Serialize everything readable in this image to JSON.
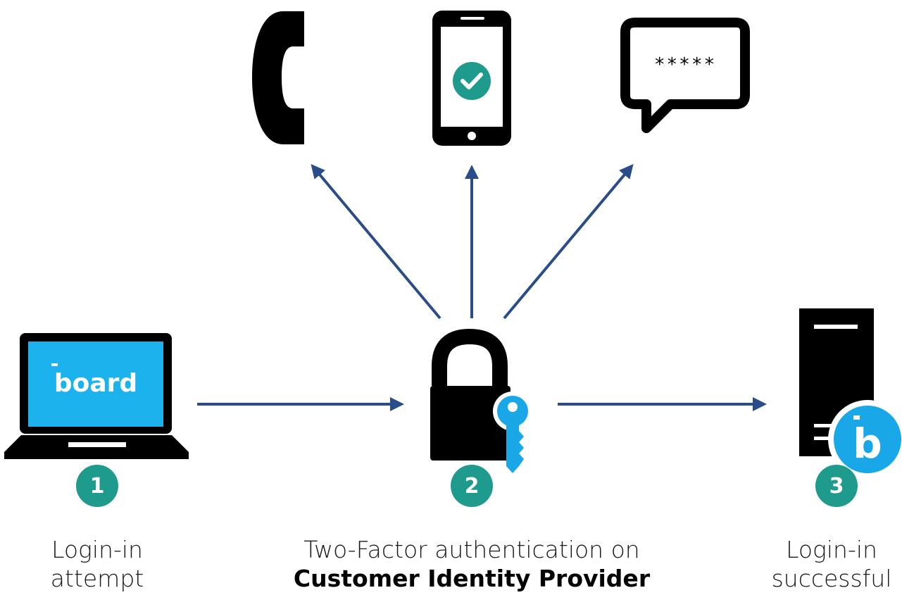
{
  "steps": [
    {
      "number": "1",
      "line1": "Login-in",
      "line2": "attempt"
    },
    {
      "number": "2",
      "line1": "Two-Factor authentication on",
      "line2": "Customer Identity Provider"
    },
    {
      "number": "3",
      "line1": "Login-in",
      "line2": "successful"
    }
  ],
  "sms_code": "*****",
  "laptop_logo": "board",
  "server_logo": "b",
  "colors": {
    "arrow": "#2a4d8a",
    "badge": "#1f9b8d",
    "accent": "#1aa7e8",
    "icon": "#000000"
  },
  "icons": [
    "phone-handset-icon",
    "smartphone-check-icon",
    "chat-bubble-icon",
    "laptop-icon",
    "padlock-icon",
    "key-icon",
    "server-icon"
  ]
}
